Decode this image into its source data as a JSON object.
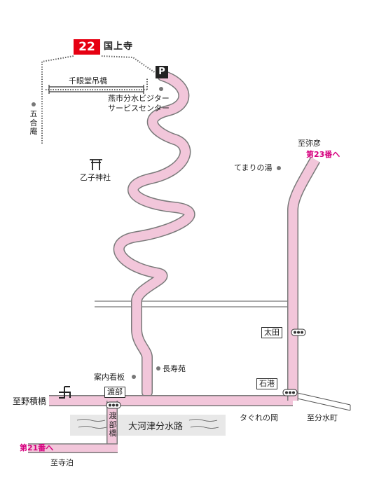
{
  "temple": {
    "number": "22",
    "name": "国上寺"
  },
  "parking": "P",
  "labels": {
    "bridge_senjudo": "千眼堂吊橋",
    "visitor_center_line1": "燕市分水ビジター",
    "visitor_center_line2": "サービスセンター",
    "gogoan": "五合庵",
    "otoko_shrine": "乙子神社",
    "temari_no_yu": "てまりの湯",
    "to_yahiko": "至弥彦",
    "next_23": "第23番へ",
    "ota": "太田",
    "choju_en": "長寿苑",
    "annai_kanban": "案内看板",
    "watabe": "渡部",
    "ishiminato": "石港",
    "to_nozumi_bashi": "至野積橋",
    "watabe_bridge": "渡部橋",
    "okozu_road": "大河津分水路",
    "taguri_no_oka": "タぐれの岡",
    "to_bunsui_machi": "至分水町",
    "prev_21": "第21番へ",
    "to_teradomari": "至寺泊"
  },
  "colors": {
    "road_fill": "#f2c6da",
    "road_edge": "#7a7a7a",
    "badge_red": "#e60012",
    "accent_pink": "#d6007f",
    "water_gray": "#e8e8e8"
  },
  "icons": [
    "torii-icon",
    "temple-swastika-icon",
    "parking-icon",
    "traffic-signal-icon"
  ]
}
